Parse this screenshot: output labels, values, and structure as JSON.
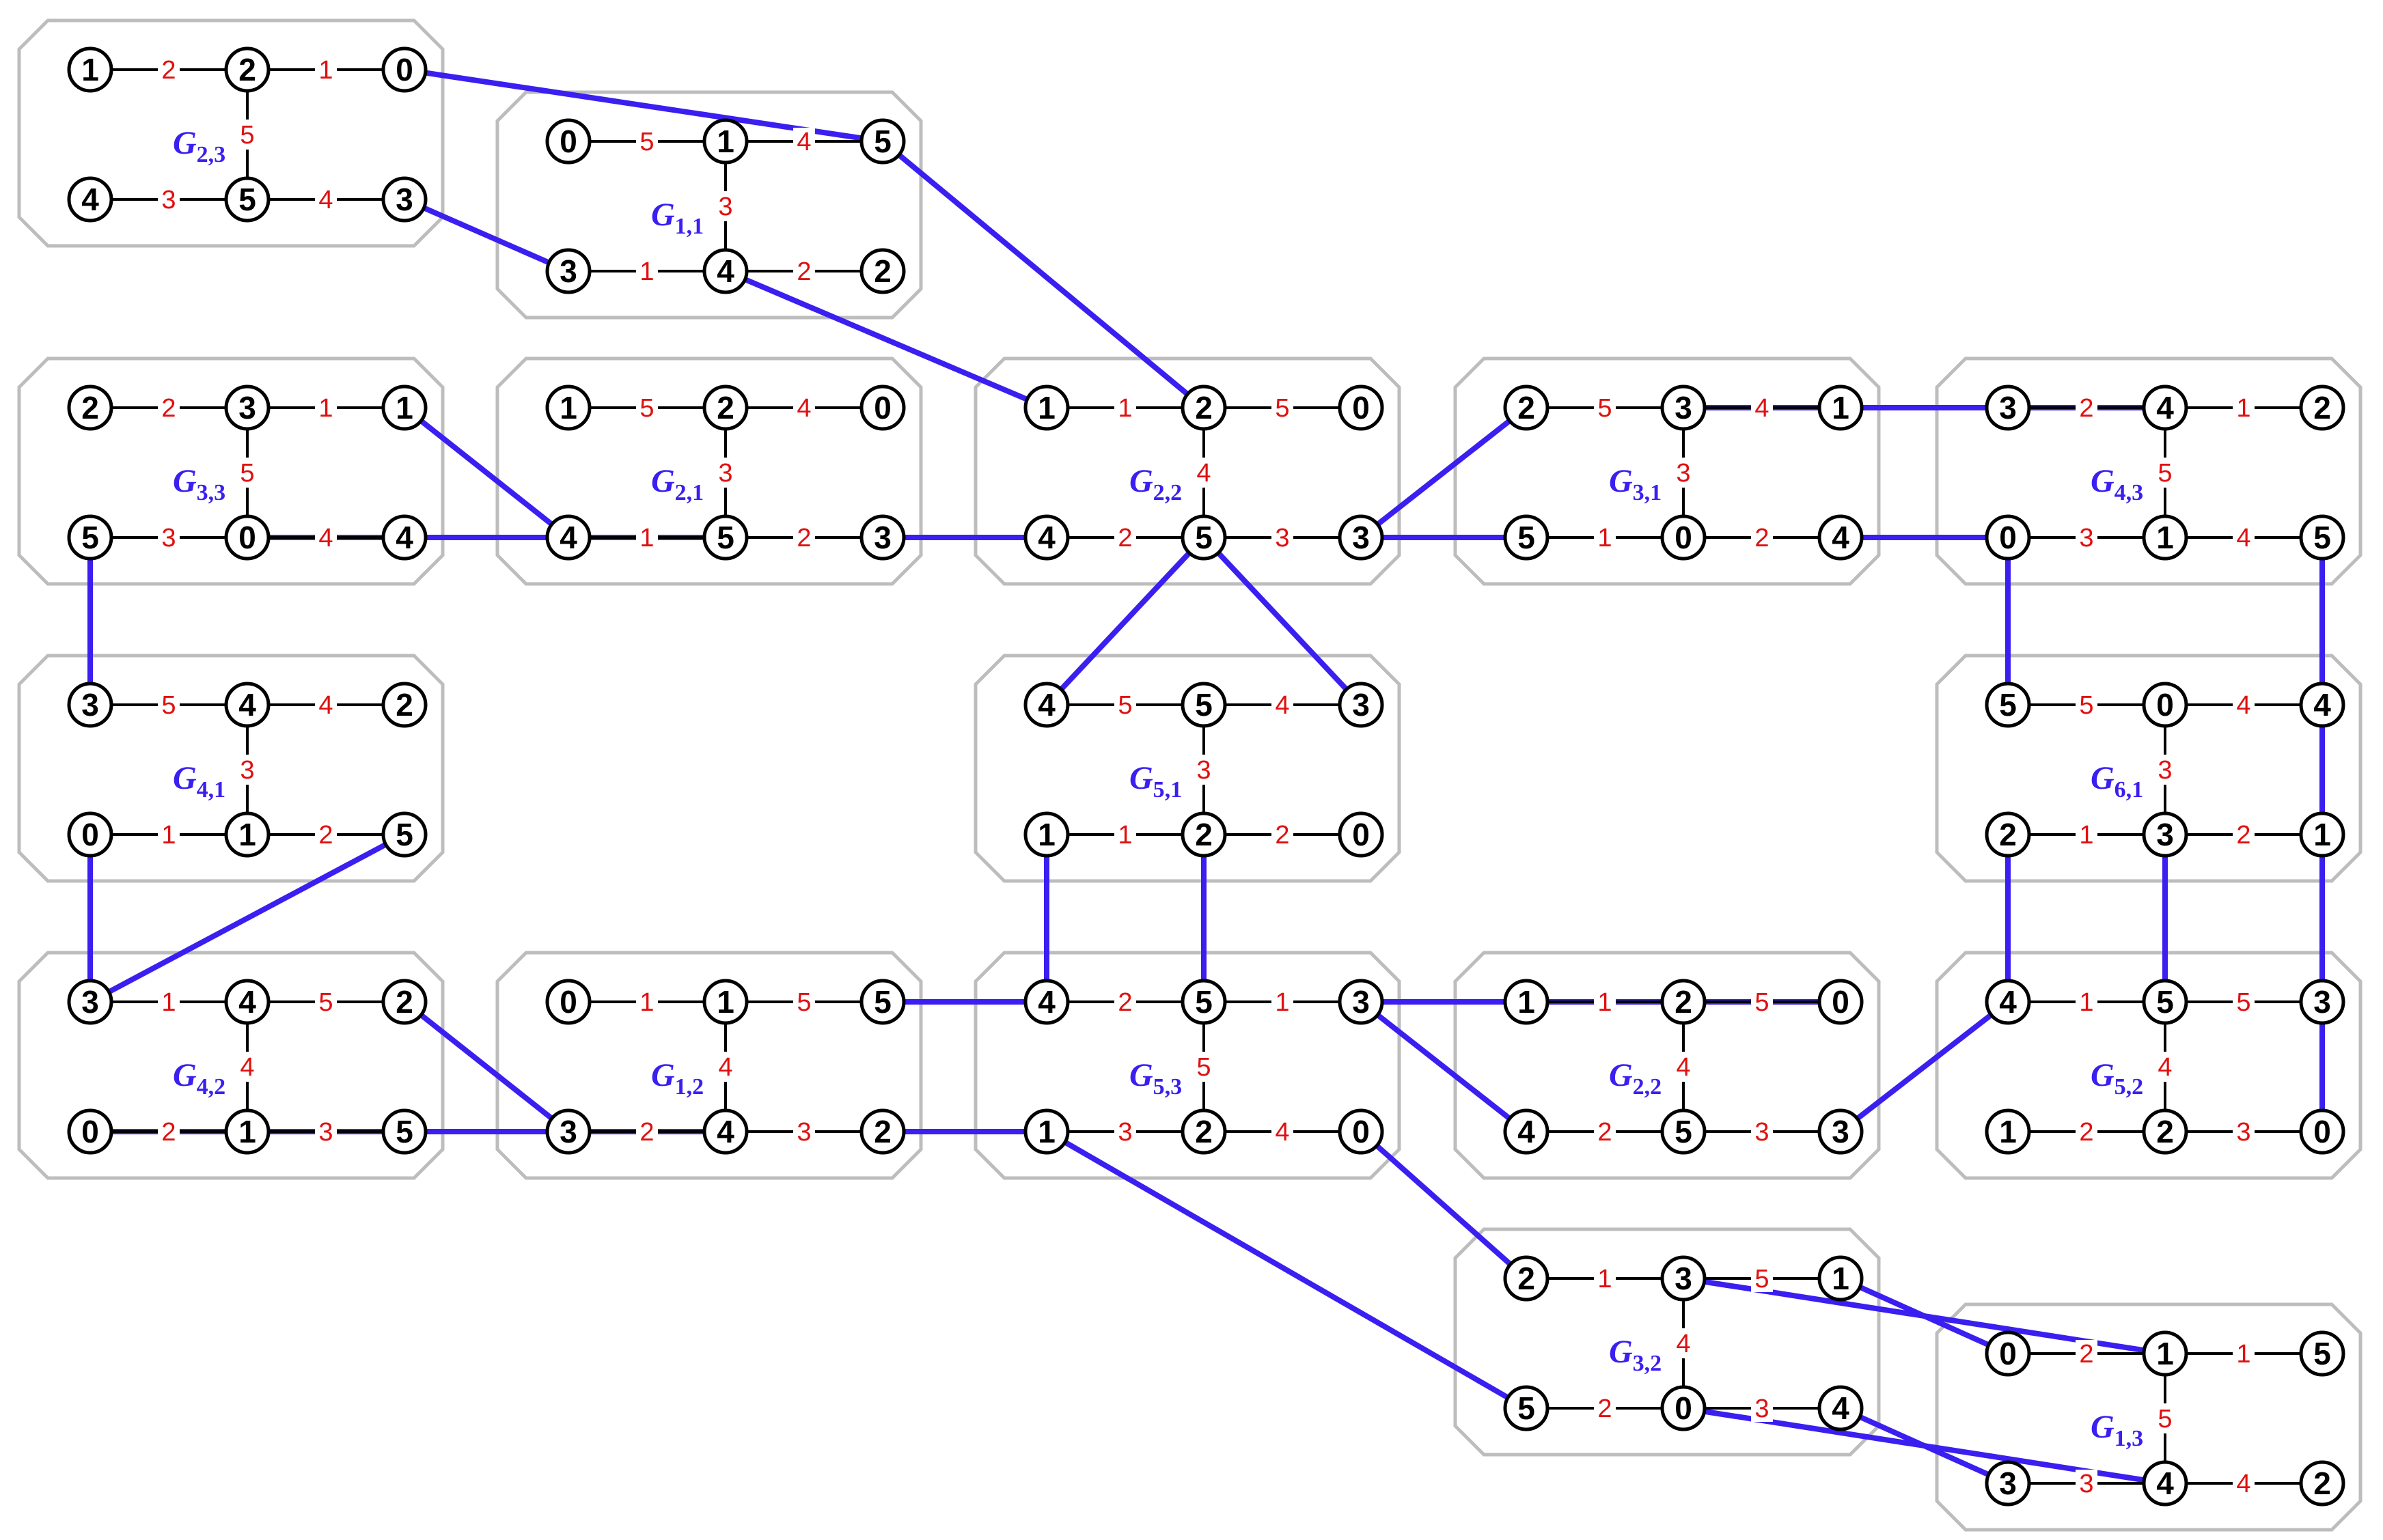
{
  "colors": {
    "link": "#3a1ff0",
    "edge_label": "#e01010",
    "box_border": "#bdbdbd",
    "node_border": "#000000"
  },
  "groups": [
    {
      "id": "g23a",
      "label": "G",
      "sub": "2,3",
      "nodes": [
        [
          "1",
          "2",
          "0"
        ],
        [
          "4",
          "5",
          "3"
        ]
      ],
      "top_labels": [
        "2",
        "1"
      ],
      "bottom_labels": [
        "3",
        "4"
      ],
      "vertical_label": "5",
      "vertical_col": 1
    },
    {
      "id": "g11",
      "label": "G",
      "sub": "1,1",
      "nodes": [
        [
          "0",
          "1",
          "5"
        ],
        [
          "3",
          "4",
          "2"
        ]
      ],
      "top_labels": [
        "5",
        "4"
      ],
      "bottom_labels": [
        "1",
        "2"
      ],
      "vertical_label": "3",
      "vertical_col": 1
    },
    {
      "id": "g33",
      "label": "G",
      "sub": "3,3",
      "nodes": [
        [
          "2",
          "3",
          "1"
        ],
        [
          "5",
          "0",
          "4"
        ]
      ],
      "top_labels": [
        "2",
        "1"
      ],
      "bottom_labels": [
        "3",
        "4"
      ],
      "vertical_label": "5",
      "vertical_col": 1
    },
    {
      "id": "g21",
      "label": "G",
      "sub": "2,1",
      "nodes": [
        [
          "1",
          "2",
          "0"
        ],
        [
          "4",
          "5",
          "3"
        ]
      ],
      "top_labels": [
        "5",
        "4"
      ],
      "bottom_labels": [
        "1",
        "2"
      ],
      "vertical_label": "3",
      "vertical_col": 1
    },
    {
      "id": "g22a",
      "label": "G",
      "sub": "2,2",
      "nodes": [
        [
          "1",
          "2",
          "0"
        ],
        [
          "4",
          "5",
          "3"
        ]
      ],
      "top_labels": [
        "1",
        "5"
      ],
      "bottom_labels": [
        "2",
        "3"
      ],
      "vertical_label": "4",
      "vertical_col": 1
    },
    {
      "id": "g31",
      "label": "G",
      "sub": "3,1",
      "nodes": [
        [
          "2",
          "3",
          "1"
        ],
        [
          "5",
          "0",
          "4"
        ]
      ],
      "top_labels": [
        "5",
        "4"
      ],
      "bottom_labels": [
        "1",
        "2"
      ],
      "vertical_label": "3",
      "vertical_col": 1
    },
    {
      "id": "g43",
      "label": "G",
      "sub": "4,3",
      "nodes": [
        [
          "3",
          "4",
          "2"
        ],
        [
          "0",
          "1",
          "5"
        ]
      ],
      "top_labels": [
        "2",
        "1"
      ],
      "bottom_labels": [
        "3",
        "4"
      ],
      "vertical_label": "5",
      "vertical_col": 1
    },
    {
      "id": "g41",
      "label": "G",
      "sub": "4,1",
      "nodes": [
        [
          "3",
          "4",
          "2"
        ],
        [
          "0",
          "1",
          "5"
        ]
      ],
      "top_labels": [
        "5",
        "4"
      ],
      "bottom_labels": [
        "1",
        "2"
      ],
      "vertical_label": "3",
      "vertical_col": 1
    },
    {
      "id": "g51",
      "label": "G",
      "sub": "5,1",
      "nodes": [
        [
          "4",
          "5",
          "3"
        ],
        [
          "1",
          "2",
          "0"
        ]
      ],
      "top_labels": [
        "5",
        "4"
      ],
      "bottom_labels": [
        "1",
        "2"
      ],
      "vertical_label": "3",
      "vertical_col": 1
    },
    {
      "id": "g61",
      "label": "G",
      "sub": "6,1",
      "nodes": [
        [
          "5",
          "0",
          "4"
        ],
        [
          "2",
          "3",
          "1"
        ]
      ],
      "top_labels": [
        "5",
        "4"
      ],
      "bottom_labels": [
        "1",
        "2"
      ],
      "vertical_label": "3",
      "vertical_col": 1
    },
    {
      "id": "g42",
      "label": "G",
      "sub": "4,2",
      "nodes": [
        [
          "3",
          "4",
          "2"
        ],
        [
          "0",
          "1",
          "5"
        ]
      ],
      "top_labels": [
        "1",
        "5"
      ],
      "bottom_labels": [
        "2",
        "3"
      ],
      "vertical_label": "4",
      "vertical_col": 1
    },
    {
      "id": "g12",
      "label": "G",
      "sub": "1,2",
      "nodes": [
        [
          "0",
          "1",
          "5"
        ],
        [
          "3",
          "4",
          "2"
        ]
      ],
      "top_labels": [
        "1",
        "5"
      ],
      "bottom_labels": [
        "2",
        "3"
      ],
      "vertical_label": "4",
      "vertical_col": 1
    },
    {
      "id": "g53",
      "label": "G",
      "sub": "5,3",
      "nodes": [
        [
          "4",
          "5",
          "3"
        ],
        [
          "1",
          "2",
          "0"
        ]
      ],
      "top_labels": [
        "2",
        "1"
      ],
      "bottom_labels": [
        "3",
        "4"
      ],
      "vertical_label": "5",
      "vertical_col": 1
    },
    {
      "id": "g22b",
      "label": "G",
      "sub": "2,2",
      "nodes": [
        [
          "1",
          "2",
          "0"
        ],
        [
          "4",
          "5",
          "3"
        ]
      ],
      "top_labels": [
        "1",
        "5"
      ],
      "bottom_labels": [
        "2",
        "3"
      ],
      "vertical_label": "4",
      "vertical_col": 1
    },
    {
      "id": "g52",
      "label": "G",
      "sub": "5,2",
      "nodes": [
        [
          "4",
          "5",
          "3"
        ],
        [
          "1",
          "2",
          "0"
        ]
      ],
      "top_labels": [
        "1",
        "5"
      ],
      "bottom_labels": [
        "2",
        "3"
      ],
      "vertical_label": "4",
      "vertical_col": 1
    },
    {
      "id": "g32",
      "label": "G",
      "sub": "3,2",
      "nodes": [
        [
          "2",
          "3",
          "1"
        ],
        [
          "5",
          "0",
          "4"
        ]
      ],
      "top_labels": [
        "1",
        "5"
      ],
      "bottom_labels": [
        "2",
        "3"
      ],
      "vertical_label": "4",
      "vertical_col": 1
    },
    {
      "id": "g13",
      "label": "G",
      "sub": "1,3",
      "nodes": [
        [
          "0",
          "1",
          "5"
        ],
        [
          "3",
          "4",
          "2"
        ]
      ],
      "top_labels": [
        "2",
        "1"
      ],
      "bottom_labels": [
        "3",
        "4"
      ],
      "vertical_label": "5",
      "vertical_col": 1
    }
  ],
  "links": [
    [
      "g23a",
      0,
      2,
      "g11",
      0,
      2
    ],
    [
      "g23a",
      1,
      2,
      "g11",
      1,
      0
    ],
    [
      "g11",
      0,
      2,
      "g22a",
      0,
      1
    ],
    [
      "g11",
      1,
      1,
      "g22a",
      0,
      0
    ],
    [
      "g33",
      0,
      2,
      "g21",
      1,
      0
    ],
    [
      "g33",
      1,
      1,
      "g21",
      1,
      1
    ],
    [
      "g21",
      1,
      2,
      "g22a",
      1,
      0
    ],
    [
      "g22a",
      1,
      2,
      "g31",
      0,
      0
    ],
    [
      "g22a",
      1,
      2,
      "g31",
      1,
      0
    ],
    [
      "g22a",
      1,
      1,
      "g51",
      0,
      0
    ],
    [
      "g22a",
      1,
      1,
      "g51",
      0,
      2
    ],
    [
      "g31",
      0,
      1,
      "g43",
      0,
      1
    ],
    [
      "g31",
      0,
      2,
      "g43",
      0,
      0
    ],
    [
      "g31",
      1,
      2,
      "g43",
      1,
      0
    ],
    [
      "g33",
      1,
      0,
      "g41",
      0,
      0
    ],
    [
      "g43",
      1,
      0,
      "g61",
      0,
      0
    ],
    [
      "g43",
      1,
      2,
      "g61",
      0,
      2
    ],
    [
      "g41",
      1,
      0,
      "g42",
      0,
      0
    ],
    [
      "g41",
      1,
      2,
      "g42",
      0,
      0
    ],
    [
      "g51",
      1,
      0,
      "g53",
      0,
      0
    ],
    [
      "g51",
      1,
      1,
      "g53",
      0,
      1
    ],
    [
      "g61",
      1,
      0,
      "g52",
      0,
      0
    ],
    [
      "g61",
      1,
      1,
      "g52",
      0,
      1
    ],
    [
      "g61",
      0,
      2,
      "g52",
      1,
      2
    ],
    [
      "g42",
      0,
      2,
      "g12",
      1,
      0
    ],
    [
      "g42",
      1,
      0,
      "g12",
      1,
      1
    ],
    [
      "g12",
      0,
      2,
      "g53",
      0,
      0
    ],
    [
      "g12",
      1,
      2,
      "g53",
      1,
      0
    ],
    [
      "g53",
      0,
      2,
      "g22b",
      0,
      2
    ],
    [
      "g53",
      0,
      2,
      "g22b",
      1,
      0
    ],
    [
      "g22b",
      1,
      2,
      "g52",
      0,
      0
    ],
    [
      "g53",
      1,
      2,
      "g32",
      0,
      0
    ],
    [
      "g53",
      1,
      0,
      "g32",
      1,
      0
    ],
    [
      "g32",
      0,
      1,
      "g13",
      0,
      1
    ],
    [
      "g32",
      0,
      2,
      "g13",
      0,
      0
    ],
    [
      "g32",
      1,
      2,
      "g13",
      1,
      0
    ],
    [
      "g32",
      1,
      1,
      "g13",
      1,
      1
    ]
  ]
}
